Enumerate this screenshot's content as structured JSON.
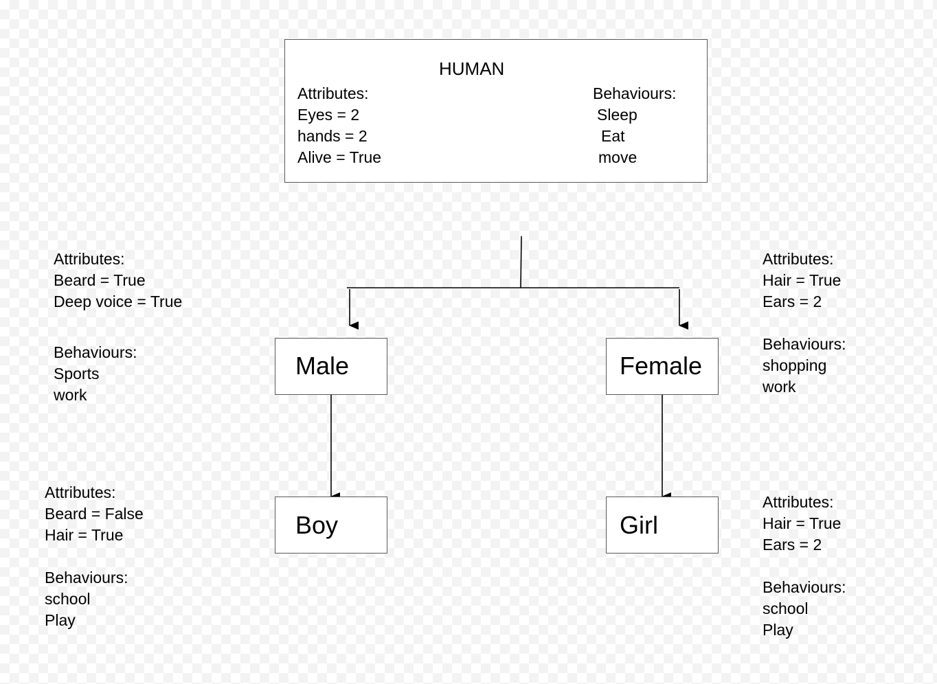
{
  "human": {
    "title": "HUMAN",
    "attributes_header": "Attributes:",
    "attributes": [
      "Eyes = 2",
      "hands = 2",
      "Alive = True"
    ],
    "behaviours_header": "Behaviours:",
    "behaviours": [
      "Sleep",
      "Eat",
      "move"
    ]
  },
  "male": {
    "label": "Male",
    "attributes_header": "Attributes:",
    "attributes": [
      "Beard = True",
      "Deep voice = True"
    ],
    "behaviours_header": "Behaviours:",
    "behaviours": [
      "Sports",
      "work"
    ]
  },
  "female": {
    "label": "Female",
    "attributes_header": "Attributes:",
    "attributes": [
      "Hair = True",
      "Ears = 2"
    ],
    "behaviours_header": "Behaviours:",
    "behaviours": [
      "shopping",
      "work"
    ]
  },
  "boy": {
    "label": "Boy",
    "attributes_header": "Attributes:",
    "attributes": [
      "Beard = False",
      "Hair = True"
    ],
    "behaviours_header": "Behaviours:",
    "behaviours": [
      "school",
      "Play"
    ]
  },
  "girl": {
    "label": "Girl",
    "attributes_header": "Attributes:",
    "attributes": [
      "Hair = True",
      "Ears = 2"
    ],
    "behaviours_header": "Behaviours:",
    "behaviours": [
      "school",
      "Play"
    ]
  }
}
